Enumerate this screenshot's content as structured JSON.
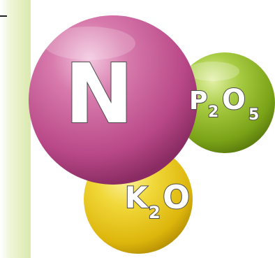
{
  "graphic": {
    "nitrogen": {
      "symbol": "N",
      "color": "#c24f8f"
    },
    "phosphate": {
      "element1": "P",
      "sub1": "2",
      "element2": "O",
      "sub2": "5",
      "color": "#8ab51f"
    },
    "potash": {
      "element1": "K",
      "sub1": "2",
      "element2": "O",
      "color": "#e3c010"
    }
  }
}
